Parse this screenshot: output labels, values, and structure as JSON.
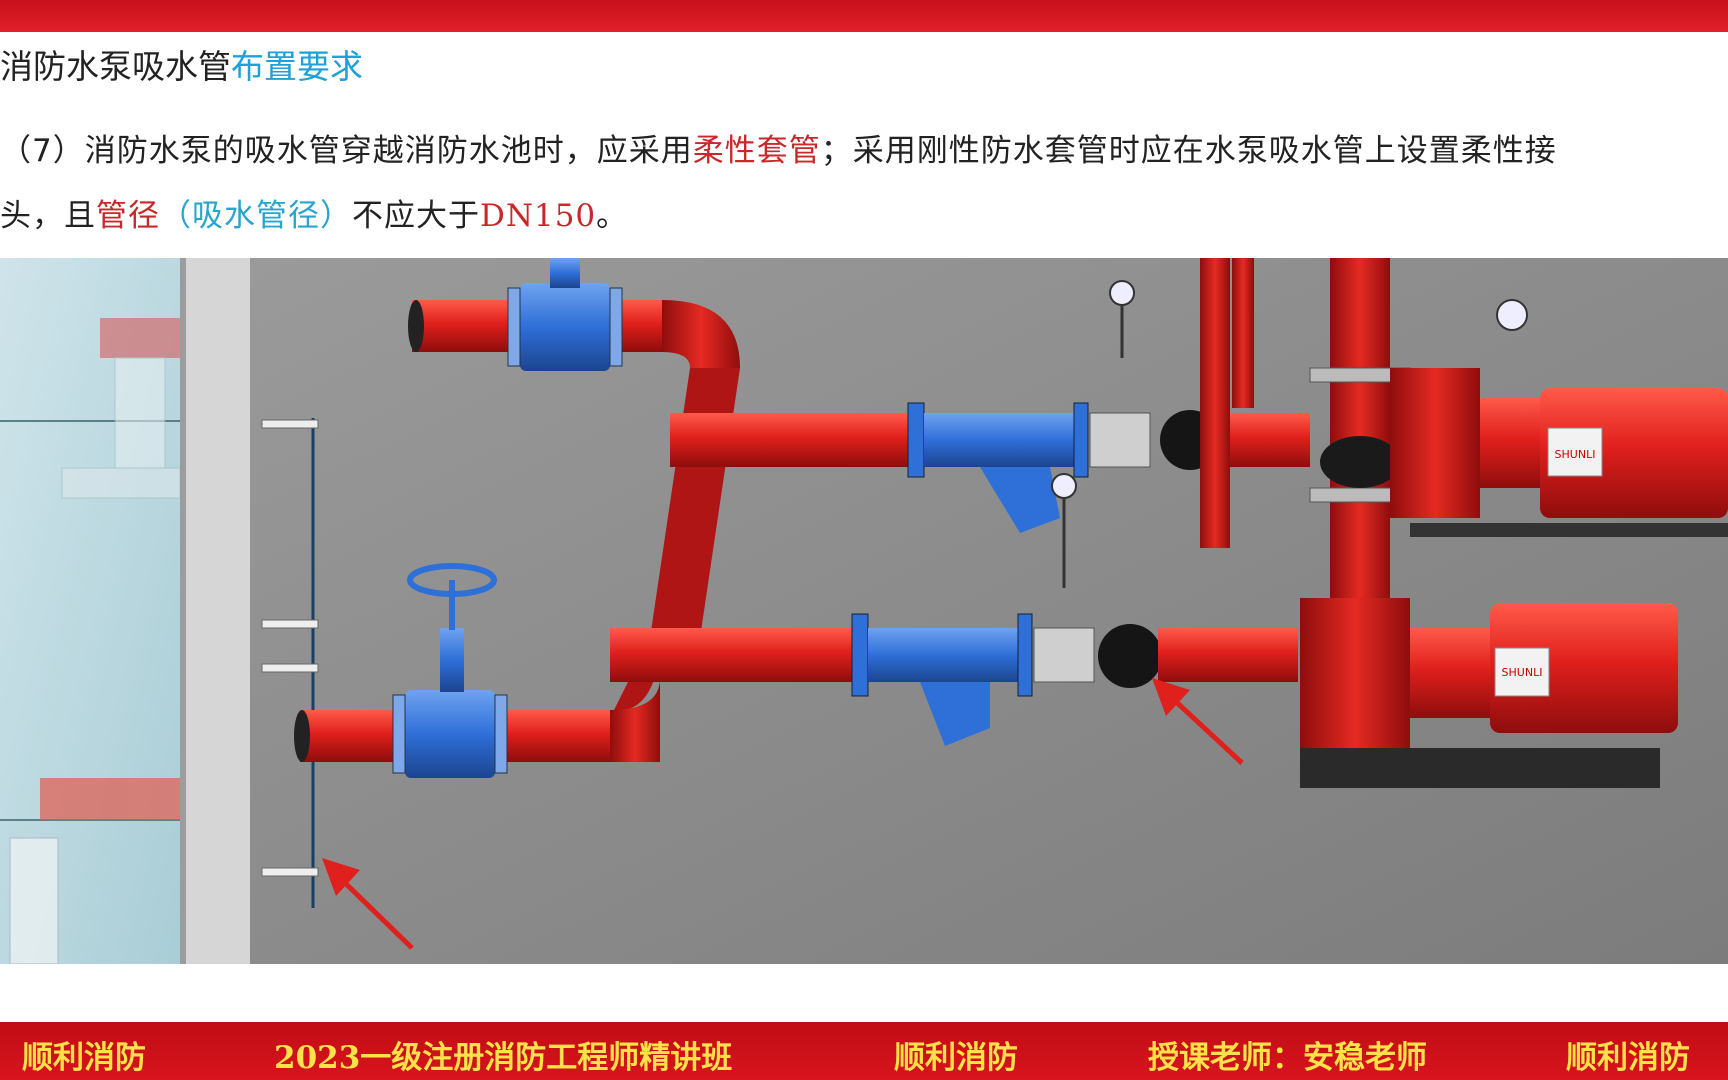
{
  "slide": {
    "title_main": "消防水泵吸水管",
    "title_highlight": "布置要求",
    "line1_part1": "（7）消防水泵的吸水管穿越消防水池时，应采用",
    "line1_red": "柔性套管",
    "line1_part2": "；采用刚性防水套管时应在水泵吸水管上设置柔性接",
    "line2_part1": "头，且",
    "line2_red": "管径",
    "line2_cyan": "（吸水管径）",
    "line2_part2": "不应大于",
    "line2_dn": "DN150",
    "line2_end": "。"
  },
  "figure": {
    "pump_brand_1": "SHUNLI",
    "pump_brand_2": "SHUNLI",
    "colors": {
      "pipe_red": "#e02020",
      "valve_blue": "#2f6fd8",
      "wall": "#d8d8d8",
      "floor": "#8a8a8a"
    }
  },
  "footer": {
    "item1": "顺利消防",
    "item2": "2023一级注册消防工程师精讲班",
    "item3": "顺利消防",
    "item4": "授课老师：安稳老师",
    "item5": "顺利消防"
  }
}
